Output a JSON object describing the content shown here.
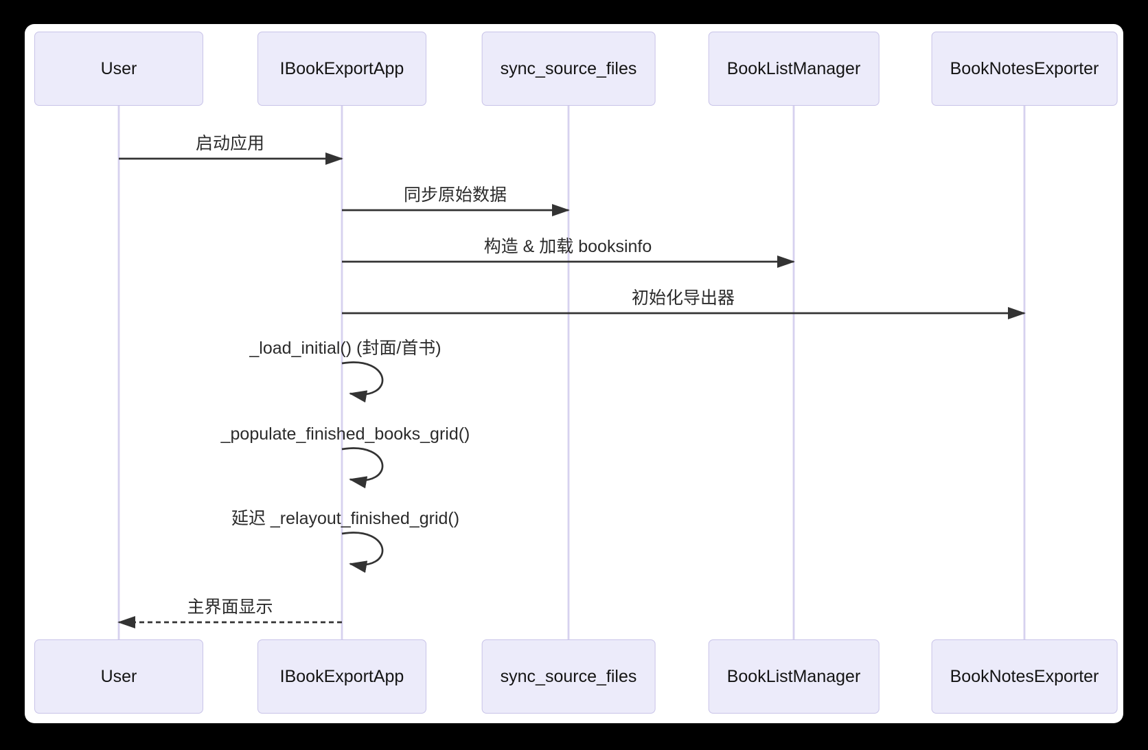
{
  "diagram": {
    "type": "sequence-diagram",
    "participants": [
      {
        "id": "user",
        "label": "User"
      },
      {
        "id": "ibookexportapp",
        "label": "IBookExportApp"
      },
      {
        "id": "sync-source-files",
        "label": "sync_source_files"
      },
      {
        "id": "booklistmanager",
        "label": "BookListManager"
      },
      {
        "id": "booknotesexporter",
        "label": "BookNotesExporter"
      }
    ],
    "messages": [
      {
        "from": "User",
        "to": "IBookExportApp",
        "label": "启动应用",
        "line": "solid",
        "kind": "call"
      },
      {
        "from": "IBookExportApp",
        "to": "sync_source_files",
        "label": "同步原始数据",
        "line": "solid",
        "kind": "call"
      },
      {
        "from": "IBookExportApp",
        "to": "BookListManager",
        "label": "构造 & 加载 booksinfo",
        "line": "solid",
        "kind": "call"
      },
      {
        "from": "IBookExportApp",
        "to": "BookNotesExporter",
        "label": "初始化导出器",
        "line": "solid",
        "kind": "call"
      },
      {
        "from": "IBookExportApp",
        "to": "IBookExportApp",
        "label": "_load_initial() (封面/首书)",
        "line": "solid",
        "kind": "self"
      },
      {
        "from": "IBookExportApp",
        "to": "IBookExportApp",
        "label": "_populate_finished_books_grid()",
        "line": "solid",
        "kind": "self"
      },
      {
        "from": "IBookExportApp",
        "to": "IBookExportApp",
        "label": "延迟 _relayout_finished_grid()",
        "line": "solid",
        "kind": "self"
      },
      {
        "from": "IBookExportApp",
        "to": "User",
        "label": "主界面显示",
        "line": "dashed",
        "kind": "return"
      }
    ],
    "colors": {
      "page_bg": "#000000",
      "canvas_bg": "#ffffff",
      "actor_fill": "#ECEBFA",
      "actor_border": "#C8C3E8",
      "lifeline": "#D6D1EF",
      "line": "#333333",
      "text": "#2b2b2b"
    }
  }
}
